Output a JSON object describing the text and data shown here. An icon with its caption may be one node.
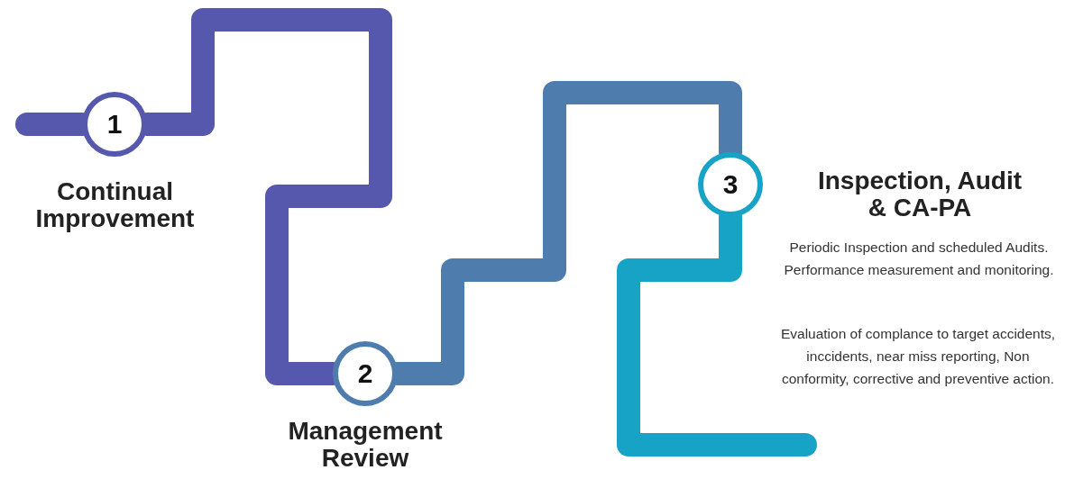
{
  "diagram": {
    "nodes": [
      {
        "text": [
          "1"
        ],
        "beside": [
          "Continual Improvement"
        ]
      },
      {
        "text": [
          "2"
        ],
        "beside": [
          "Management Review"
        ]
      },
      {
        "text": [
          "3"
        ],
        "beside": [
          "Inspection, Audit & CA-PA",
          "Periodic Inspection and scheduled Audits. Performance measurement and monitoring.",
          "Evaluation of complance to target accidents, inccidents, near miss reporting, Non conformity, corrective and preventive action."
        ]
      }
    ],
    "edges": [
      {
        "from": null,
        "to": 0,
        "arrow": "none",
        "color": "#5558ad"
      },
      {
        "from": 0,
        "to": 1,
        "arrow": "none",
        "color": "#5558ad"
      },
      {
        "from": 1,
        "to": 2,
        "arrow": "none",
        "color": "#4e7dad"
      },
      {
        "from": 2,
        "to": null,
        "arrow": "none",
        "color": "#17a3c5"
      }
    ]
  }
}
